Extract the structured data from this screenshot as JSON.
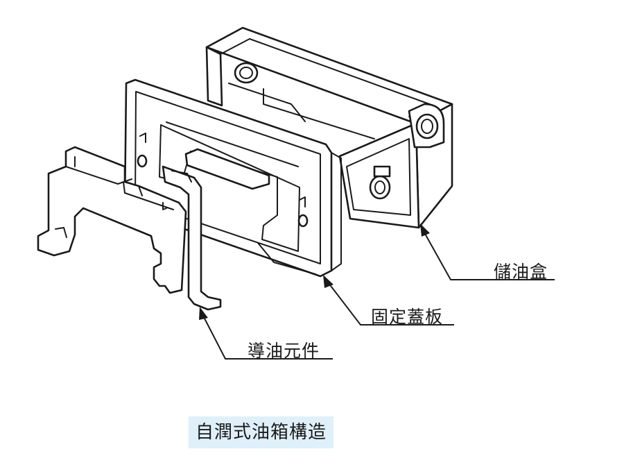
{
  "labels": {
    "oil_box": "儲油盒",
    "fixed_cover": "固定蓋板",
    "oil_element": "導油元件"
  },
  "caption": "自潤式油箱構造",
  "colors": {
    "line": "#1a1a1a",
    "caption_bg": "#dff0fa"
  }
}
